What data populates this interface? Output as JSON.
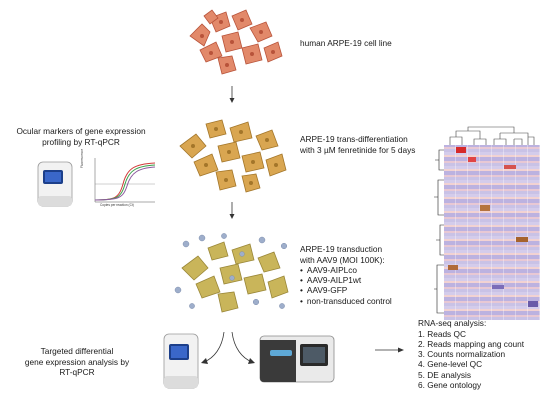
{
  "labels": {
    "cell_line": "human ARPE-19 cell line",
    "differentiation": [
      "ARPE-19 trans-differentiation",
      "with 3 µM fenretinide for 5 days"
    ],
    "ocular_markers": [
      "Ocular markers of gene expression",
      "profiling by RT-qPCR"
    ],
    "transduction_title": [
      "ARPE-19 transduction",
      "with AAV9 (MOI 100K):"
    ],
    "targeted": [
      "Targeted differential",
      "gene expression analysis by",
      "RT-qPCR"
    ],
    "rnaseq_title": "RNA-seq analysis:"
  },
  "transduction_items": [
    "AAV9-AIPLco",
    "AAV9-AILP1wt",
    "AAV9-GFP",
    "non-transduced control"
  ],
  "rnaseq_steps": [
    "1. Reads QC",
    "2. Reads mapping ang count",
    "3. Counts normalization",
    "4. Gene-level QC",
    "5. DE analysis",
    "6. Gene ontology"
  ],
  "qpcr_plot": {
    "ylabel": "Fluorescence",
    "xlabel": "Copies per reaction (Ct)"
  },
  "colors": {
    "cells_top": "#e2896a",
    "cells_mid": "#d9a651",
    "cells_bottom": "#c9b55a",
    "virus": "#9eaecb"
  }
}
